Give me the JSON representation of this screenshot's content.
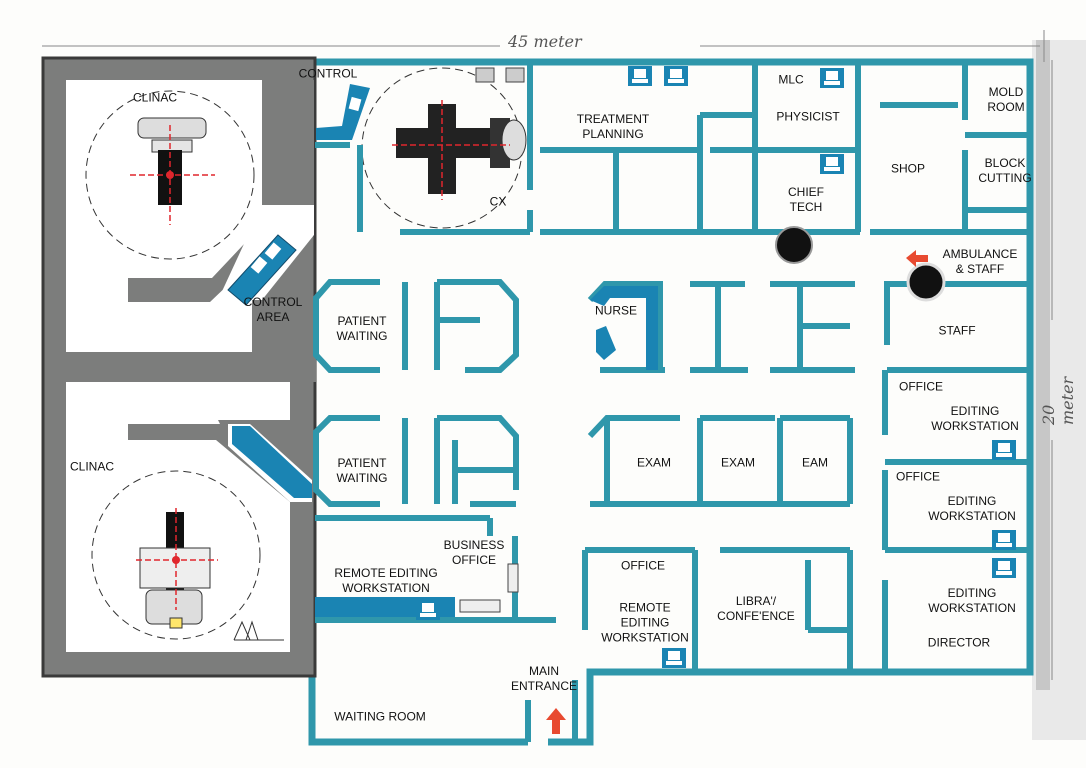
{
  "dimensions": {
    "width_label": "45 meter",
    "height_label": "20 meter"
  },
  "rooms": {
    "clinac_top": "CLINAC",
    "clinac_bottom": "CLINAC",
    "control": "CONTROL",
    "control_area": "CONTROL\nAREA",
    "cx": "CX",
    "treatment_planning": "TREATMENT\nPLANNING",
    "mlc": "MLC",
    "physicist": "PHYSICIST",
    "chief_tech": "CHIEF\nTECH",
    "mold_room": "MOLD\nROOM",
    "shop": "SHOP",
    "block_cutting": "BLOCK\nCUTTING",
    "ambulance_staff": "AMBULANCE\n& STAFF",
    "staff": "STAFF",
    "patient_waiting_top": "PATIENT\nWAITING",
    "patient_waiting_bottom": "PATIENT\nWAITING",
    "nurse": "NURSE",
    "exam_1": "EXAM",
    "exam_2": "EXAM",
    "exam_3": "EAM",
    "office_right_1": "OFFICE",
    "editing_ws_1": "EDITING\nWORKSTATION",
    "office_right_2": "OFFICE",
    "editing_ws_2": "EDITING\nWORKSTATION",
    "editing_ws_3": "EDITING\nWORKSTATION",
    "director": "DIRECTOR",
    "business_office": "BUSINESS\nOFFICE",
    "remote_editing_left": "REMOTE EDITING\nWORKSTATION",
    "office_center": "OFFICE",
    "remote_editing_center": "REMOTE\nEDITING\nWORKSTATION",
    "library": "LIBRA'/\nCONFE'ENCE",
    "main_entrance": "MAIN\nENTRANCE",
    "waiting_room": "WAITING ROOM"
  },
  "colors": {
    "wall": "#2f97ab",
    "wall_fill": "#e8f4f7",
    "bunker": "#7c7d7c",
    "bunker_edge": "#3a3a3a",
    "console": "#1a84b3",
    "arrow": "#e84a30",
    "machine": "#222222",
    "crosshair": "#e0262d"
  },
  "icons": [
    "workstation-icon",
    "linac-machine-icon",
    "entrance-arrow-icon",
    "column-icon"
  ]
}
